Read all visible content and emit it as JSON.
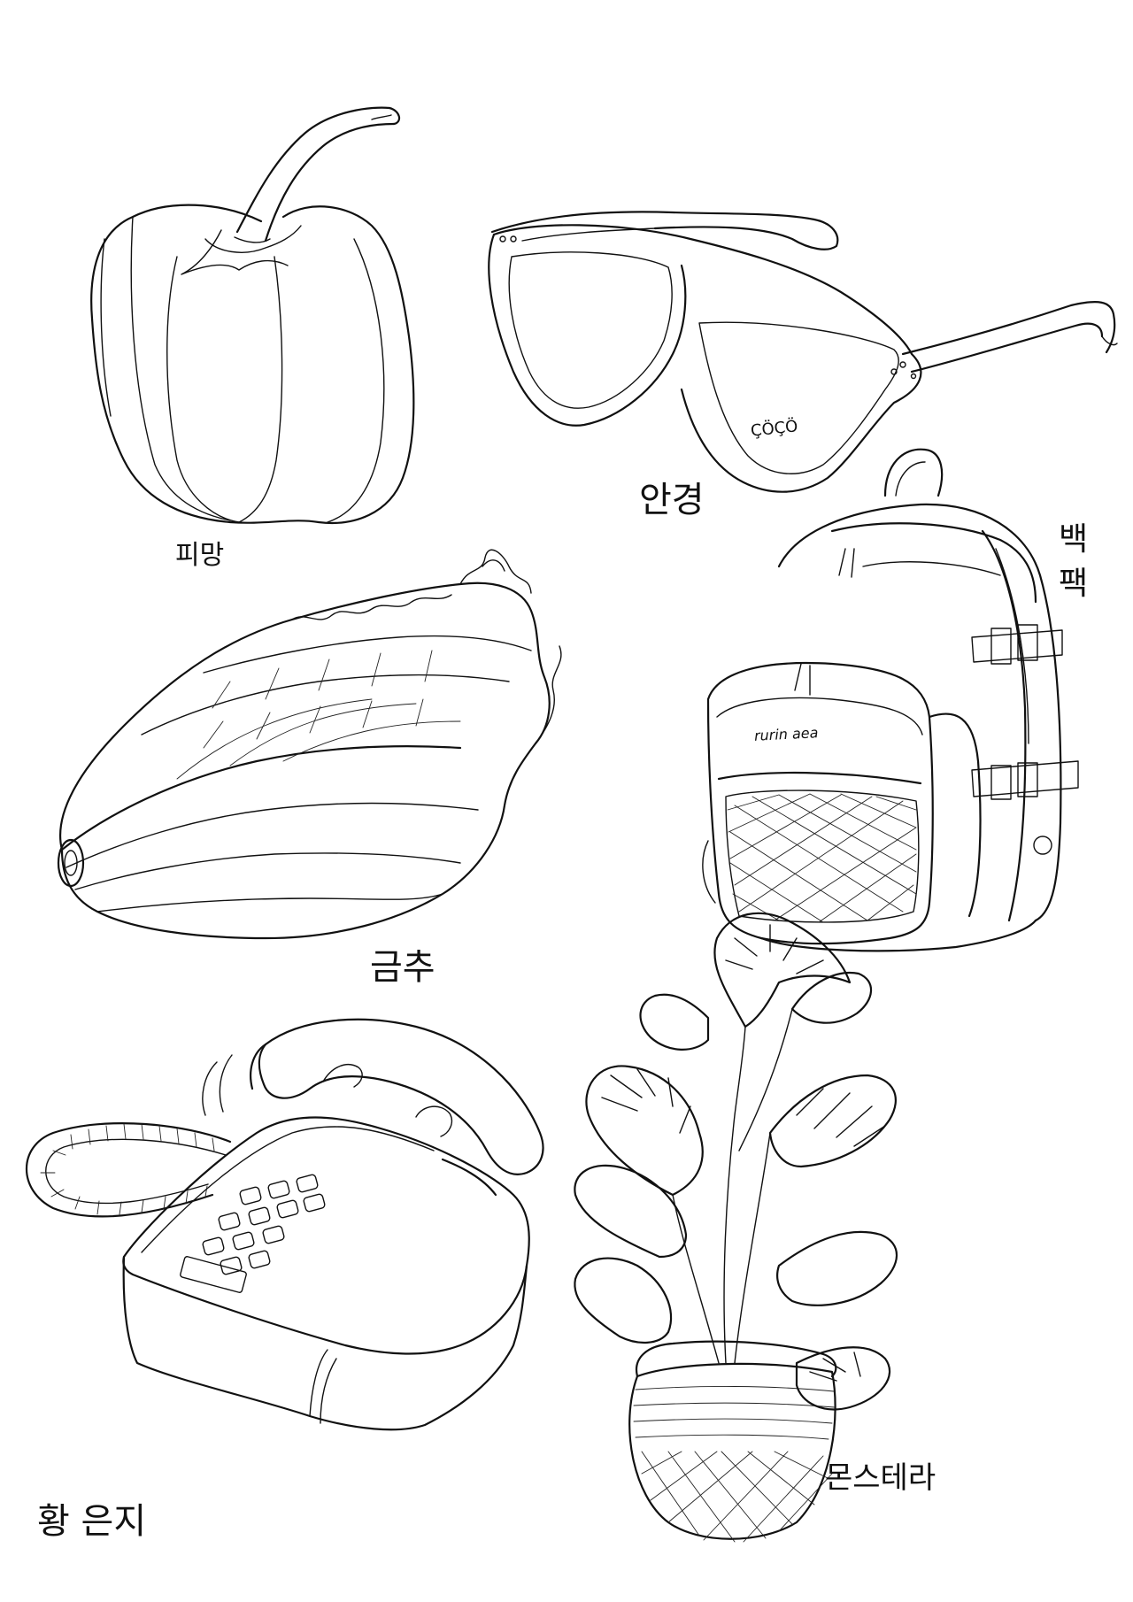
{
  "labels": {
    "pepper": "피망",
    "glasses": "안경",
    "backpack_line1": "백",
    "backpack_line2": "팩",
    "cabbage": "금추",
    "artist": "황 은지",
    "plant": "몬스테라"
  },
  "glasses_engraving": "ÇÖÇÖ",
  "backpack_patch": "rurin aea",
  "colors": {
    "ink": "#111111",
    "paper": "#ffffff"
  }
}
